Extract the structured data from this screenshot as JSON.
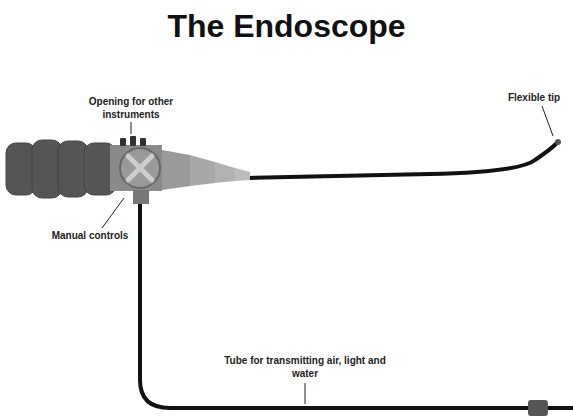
{
  "diagram": {
    "title": "The Endoscope",
    "labels": [
      "Opening for other instruments",
      "Flexible tip",
      "Manual controls",
      "Tube for transmitting air, light and water"
    ]
  }
}
